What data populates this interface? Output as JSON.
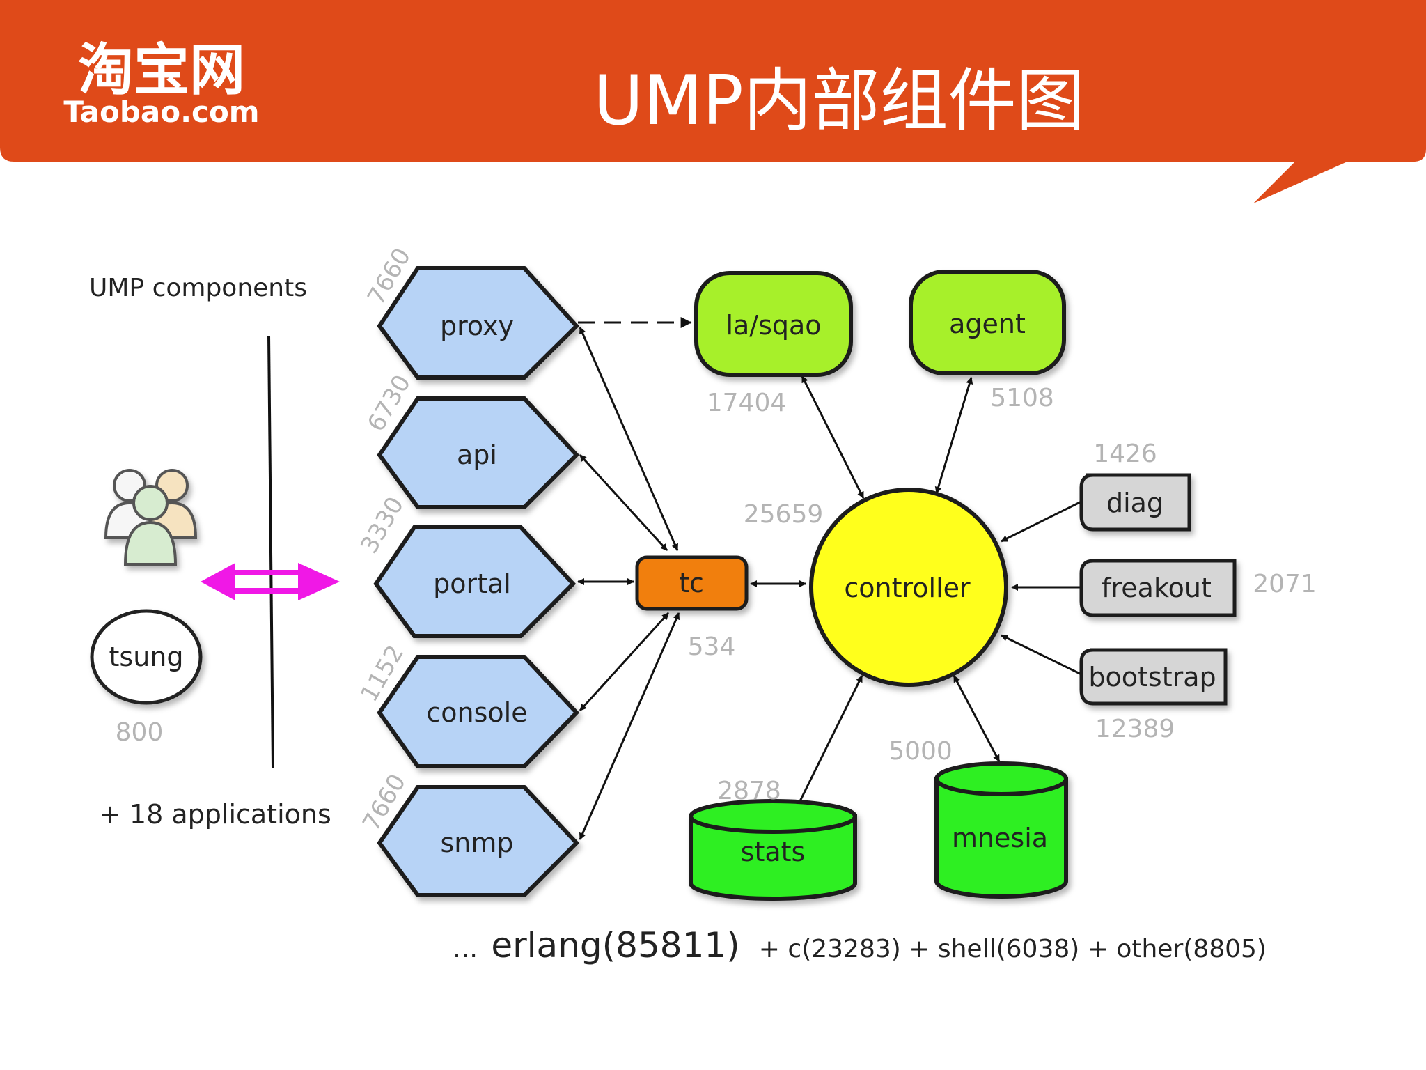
{
  "header": {
    "logo_cn": "淘宝网",
    "logo_en": "Taobao.com",
    "title": "UMP内部组件图"
  },
  "colors": {
    "banner": "#df4a19",
    "hex_fill": "#b7d3f6",
    "lime_fill": "#a7f02c",
    "tc_fill": "#f17f0e",
    "controller_fill": "#ffff1e",
    "box_fill": "#d6d6d6",
    "db_fill": "#2def20",
    "arrow_pink": "#f018e6",
    "count_text": "#b4b4b4"
  },
  "legend": {
    "top_label": "UMP components",
    "bottom_label": "+ 18 applications",
    "users_icon": "users-group-icon",
    "tsung_label": "tsung",
    "tsung_count": "800"
  },
  "diagram": {
    "hexagons": [
      {
        "id": "proxy",
        "label": "proxy",
        "count": "7660"
      },
      {
        "id": "api",
        "label": "api",
        "count": "6730"
      },
      {
        "id": "portal",
        "label": "portal",
        "count": "3330"
      },
      {
        "id": "console",
        "label": "console",
        "count": "1152"
      },
      {
        "id": "snmp",
        "label": "snmp",
        "count": "7660"
      }
    ],
    "tc": {
      "label": "tc",
      "count": "534"
    },
    "lasqao": {
      "label": "la/sqao",
      "count": "17404"
    },
    "agent": {
      "label": "agent",
      "count": "5108"
    },
    "controller": {
      "label": "controller",
      "count": "25659"
    },
    "diag": {
      "label": "diag",
      "count": "1426"
    },
    "freakout": {
      "label": "freakout",
      "count": "2071"
    },
    "bootstrap": {
      "label": "bootstrap",
      "count": "12389"
    },
    "stats": {
      "label": "stats",
      "count": "2878"
    },
    "mnesia": {
      "label": "mnesia",
      "count": "5000"
    }
  },
  "footer": {
    "prefix": "...",
    "erlang": "erlang(85811)",
    "rest": "+ c(23283) + shell(6038) + other(8805)"
  }
}
